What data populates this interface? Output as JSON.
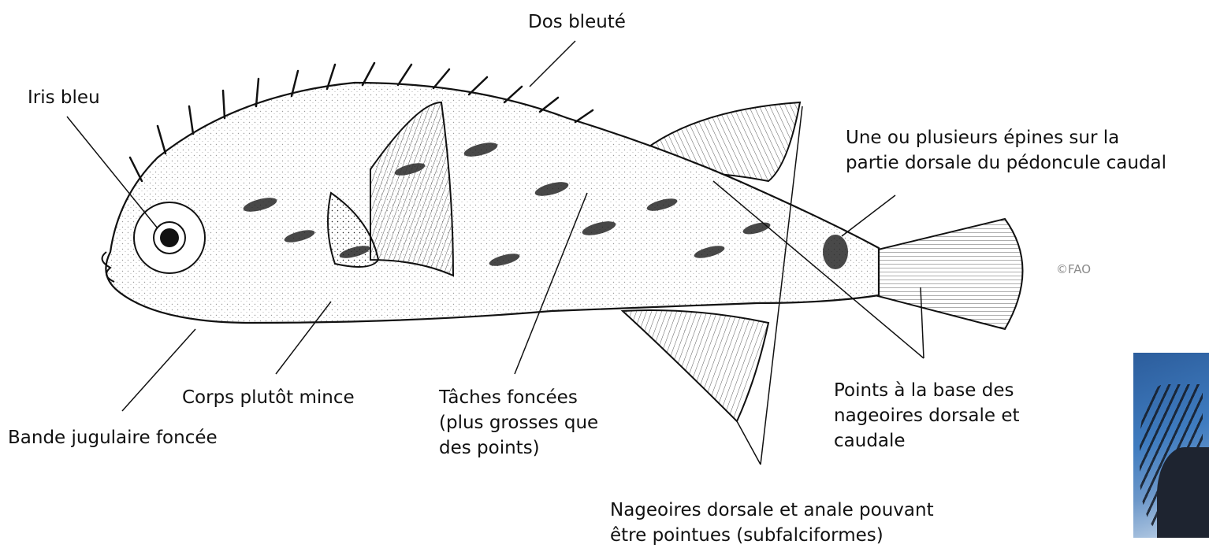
{
  "labels": {
    "dos": "Dos bleuté",
    "iris": "Iris bleu",
    "epines": "Une ou plusieurs épines sur la\npartie dorsale du pédoncule caudal",
    "corps": "Corps plutôt mince",
    "taches": "Tâches foncées\n(plus grosses que\ndes points)",
    "points": "Points à la base des\nnageoires dorsale et\ncaudale",
    "bande": "Bande jugulaire foncée",
    "nageoires": "Nageoires dorsale et anale pouvant\nêtre pointues (subfalciformes)"
  },
  "credit": "©FAO",
  "icons": [
    "fish-illustration",
    "spiny-fish-photo"
  ]
}
